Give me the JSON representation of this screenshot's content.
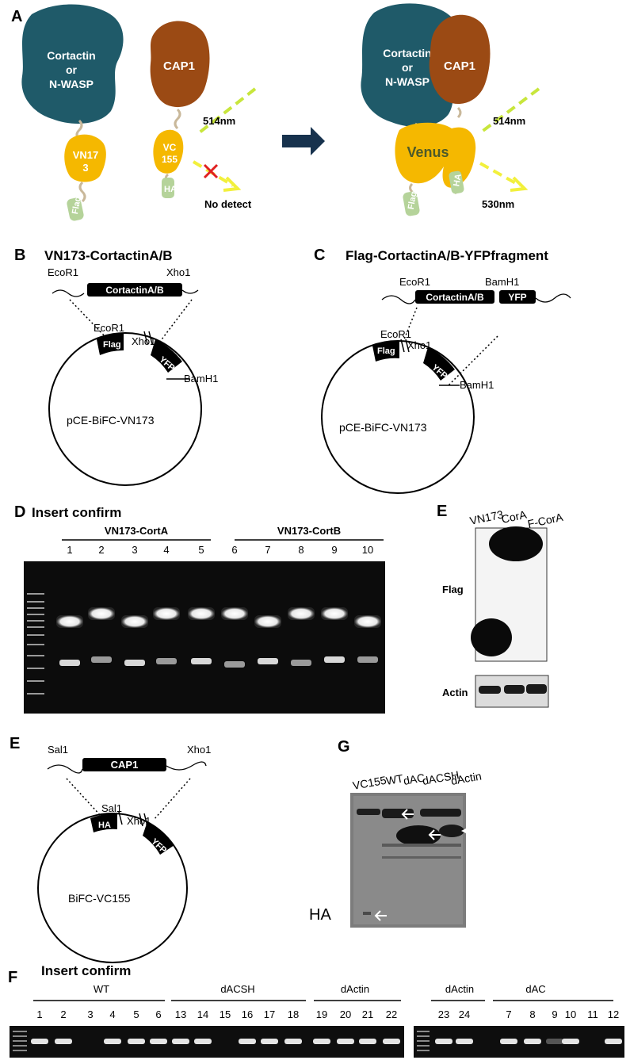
{
  "panel_a": {
    "label": "A",
    "protein1": [
      "Cortactin",
      "or",
      "N-WASP"
    ],
    "protein2": "CAP1",
    "vn": [
      "VN17",
      "3"
    ],
    "vc": [
      "VC",
      "155"
    ],
    "flag": "Flag",
    "ha": "HA",
    "excite_left": "514nm",
    "no_detect": "No detect",
    "protein1_right": [
      "Cortactin",
      "or",
      "N-WASP"
    ],
    "protein2_right": "CAP1",
    "venus": "Venus",
    "excite_right": "514nm",
    "emission": "530nm"
  },
  "panel_b": {
    "label": "B",
    "title": "VN173-CortactinA/B",
    "site_left": "EcoR1",
    "site_right": "Xho1",
    "insert": "CortactinA/B",
    "ecor1": "EcoR1",
    "xho1": "Xho1",
    "bamh1": "BamH1",
    "flag": "Flag",
    "yfp": "YFP",
    "plasmid": "pCE-BiFC-VN173"
  },
  "panel_c": {
    "label": "C",
    "title": "Flag-CortactinA/B-YFPfragment",
    "site_left": "EcoR1",
    "site_right": "BamH1",
    "insert": "CortactinA/B",
    "insert2": "YFP",
    "ecor1": "EcoR1",
    "xho1": "Xho1",
    "bamh1": "BamH1",
    "flag": "Flag",
    "yfp": "YFP",
    "plasmid": "pCE-BiFC-VN173"
  },
  "panel_d": {
    "label": "D",
    "title": "Insert confirm",
    "group1": "VN173-CortA",
    "group2": "VN173-CortB",
    "lanes": [
      "1",
      "2",
      "3",
      "4",
      "5",
      "6",
      "7",
      "8",
      "9",
      "10"
    ]
  },
  "panel_e_blot": {
    "label": "E",
    "lanes": [
      "VN173",
      "CorA",
      "F-CorA"
    ],
    "row1": "Flag",
    "row2": "Actin"
  },
  "panel_e_map": {
    "label": "E",
    "site_left": "Sal1",
    "site_right": "Xho1",
    "insert": "CAP1",
    "sal1": "Sal1",
    "xho1": "Xho1",
    "ha": "HA",
    "yfp": "YFP",
    "plasmid": "BiFC-VC155"
  },
  "panel_g": {
    "label": "G",
    "lanes": [
      "VC155",
      "WT",
      "dAC",
      "dACSH",
      "dActin"
    ],
    "row": "HA"
  },
  "panel_f": {
    "label": "F",
    "title": "Insert confirm",
    "group_wt": "WT",
    "group_dacsh": "dACSH",
    "group_dactin1": "dActin",
    "group_dactin2": "dActin",
    "group_dac": "dAC",
    "lanes_wt": [
      "1",
      "2",
      "3",
      "4",
      "5",
      "6"
    ],
    "lanes_dacsh": [
      "13",
      "14",
      "15",
      "16",
      "17",
      "18"
    ],
    "lanes_dactin1": [
      "19",
      "20",
      "21",
      "22"
    ],
    "lanes_dactin2": [
      "23",
      "24"
    ],
    "lanes_dac": [
      "7",
      "8",
      "9",
      "10",
      "11",
      "12"
    ]
  },
  "colors": {
    "teal": "#1f5a69",
    "brown": "#9b4a14",
    "yellow": "#f5b800",
    "tag_green": "#b5d39a",
    "laser_green": "#c8e63c",
    "emission_yellow": "#f2f03c",
    "arrow_navy": "#17324d",
    "cross_red": "#e02020"
  }
}
